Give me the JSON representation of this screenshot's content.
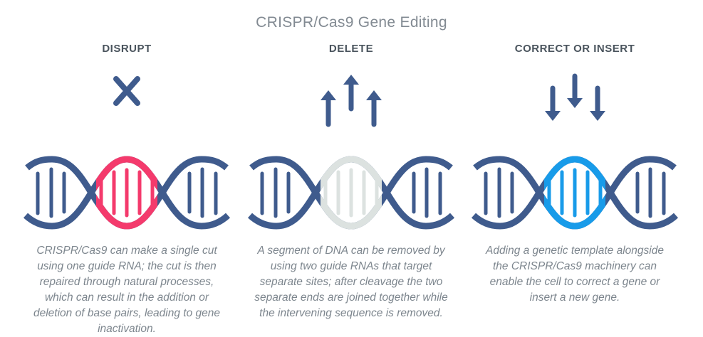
{
  "title": "CRISPR/Cas9 Gene Editing",
  "colors": {
    "navy": "#3F5B8D",
    "pink": "#F43A6C",
    "deleted_gray": "#DCE2E0",
    "insert_blue": "#189BE9",
    "title_text": "#828A92",
    "heading_text": "#4A545D",
    "body_text": "#7D868E",
    "background": "#FFFFFF"
  },
  "panels": [
    {
      "id": "disrupt",
      "heading": "DISRUPT",
      "icon": "x-cross-icon",
      "accent": "#F43A6C",
      "dna_segment_color_meaning": "single cut site highlighted in pink",
      "description": [
        "CRISPR/Cas9 can make a single cut",
        "using one guide RNA; the cut is then",
        "repaired through natural processes,",
        "which can result in the addition or",
        "deletion of base pairs, leading to gene",
        "inactivation."
      ]
    },
    {
      "id": "delete",
      "heading": "DELETE",
      "icon": "arrows-up-icon",
      "accent": "#DCE2E0",
      "dna_segment_color_meaning": "removed segment shown in light gray",
      "description": [
        "A segment of DNA can be removed by",
        "using two guide RNAs that target",
        "separate sites; after cleavage the two",
        "separate ends are joined together while",
        "the intervening sequence is removed."
      ]
    },
    {
      "id": "correct-or-insert",
      "heading": "CORRECT OR INSERT",
      "icon": "arrows-down-icon",
      "accent": "#189BE9",
      "dna_segment_color_meaning": "inserted/corrected segment shown in bright blue",
      "description": [
        "Adding a genetic template alongside",
        "the CRISPR/Cas9 machinery can",
        "enable the cell to correct a gene or",
        "insert a new gene."
      ]
    }
  ]
}
